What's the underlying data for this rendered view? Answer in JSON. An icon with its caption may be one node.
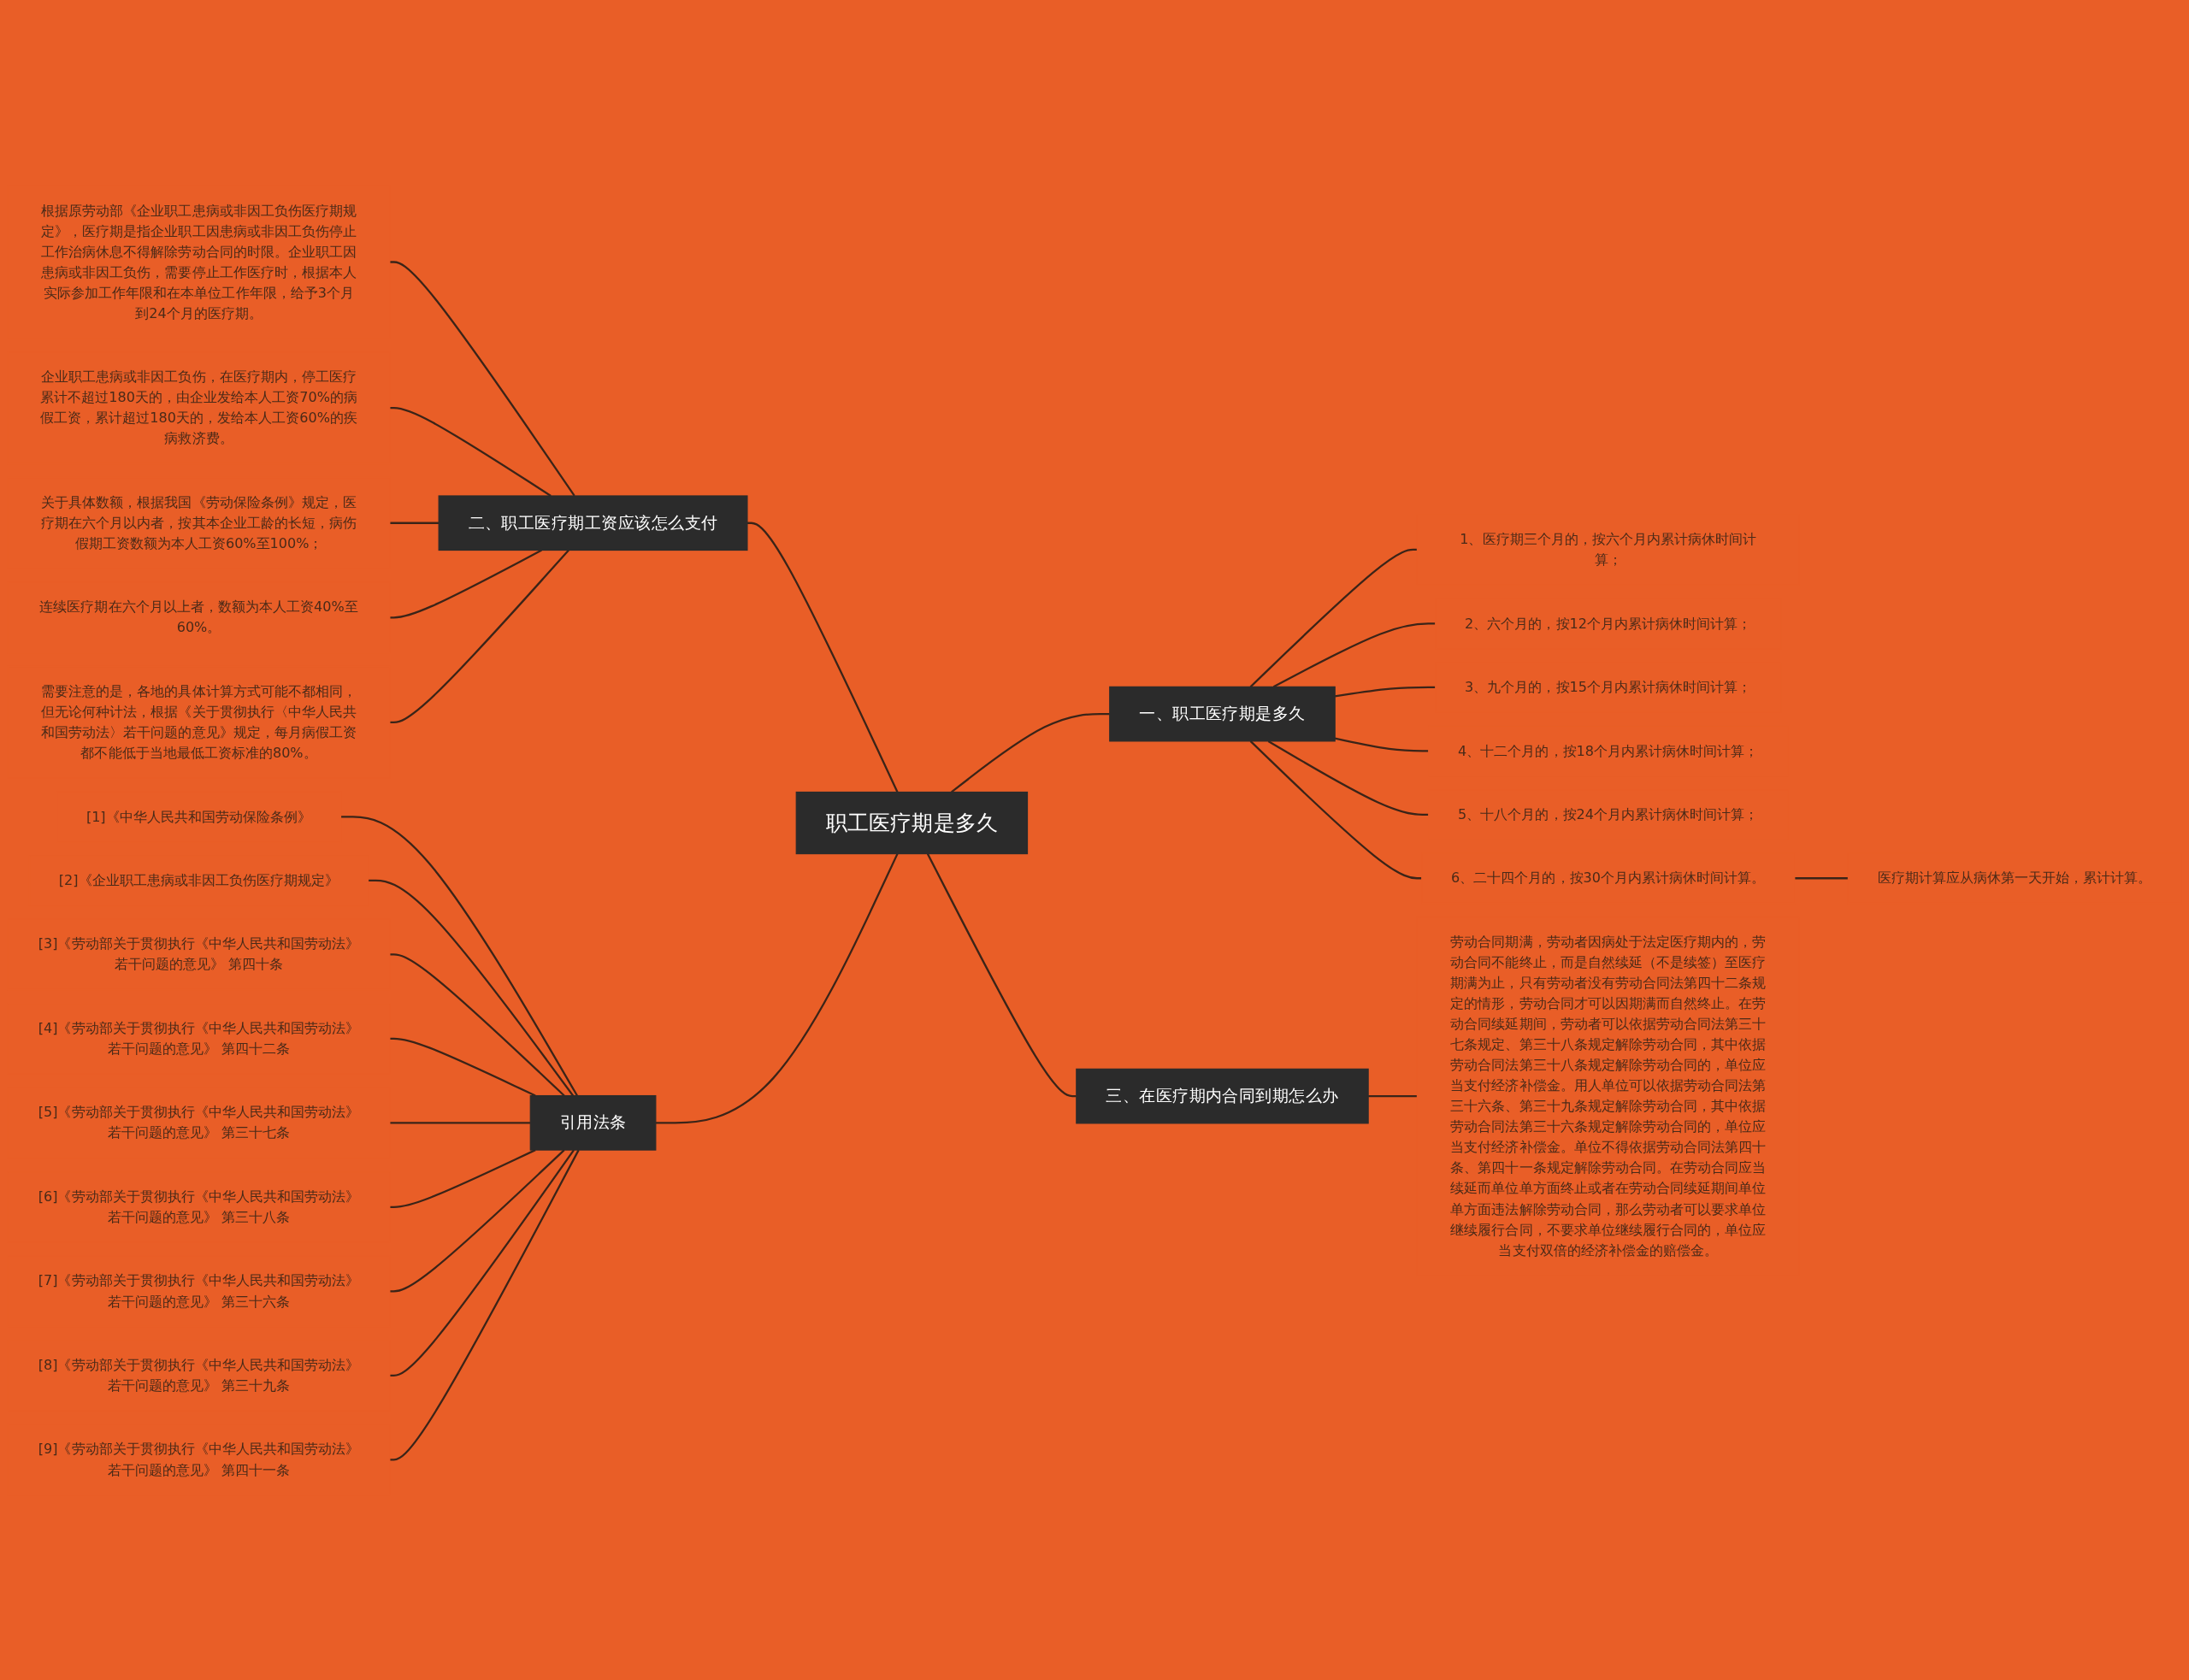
{
  "diagram": {
    "nodes": [
      {
        "text": [
          "职工医疗期是多久"
        ]
      },
      {
        "text": [
          "二、职工医疗期工资应该怎么支付"
        ]
      },
      {
        "text": [
          "根据原劳动部《企业职工患病或非因工负伤医疗期规定》，医疗期是指企业职工因患病或非因工负伤停止工作治病休息不得解除劳动合同的时限。企业职工因患病或非因工负伤，需要停止工作医疗时，根据本人实际参加工作年限和在本单位工作年限，给予3个月到24个月的医疗期。"
        ]
      },
      {
        "text": [
          "企业职工患病或非因工负伤，在医疗期内，停工医疗累计不超过180天的，由企业发给本人工资70%的病假工资，累计超过180天的，发给本人工资60%的疾病救济费。"
        ]
      },
      {
        "text": [
          "关于具体数额，根据我国《劳动保险条例》规定，医疗期在六个月以内者，按其本企业工龄的长短，病伤假期工资数额为本人工资60%至100%；"
        ]
      },
      {
        "text": [
          "连续医疗期在六个月以上者，数额为本人工资40%至60%。"
        ]
      },
      {
        "text": [
          "需要注意的是，各地的具体计算方式可能不都相同，但无论何种计法，根据《关于贯彻执行〈中华人民共和国劳动法〉若干问题的意见》规定，每月病假工资都不能低于当地最低工资标准的80%。"
        ]
      },
      {
        "text": [
          "一、职工医疗期是多久"
        ]
      },
      {
        "text": [
          "1、医疗期三个月的，按六个月内累计病休时间计算；"
        ]
      },
      {
        "text": [
          "2、六个月的，按12个月内累计病休时间计算；"
        ]
      },
      {
        "text": [
          "3、九个月的，按15个月内累计病休时间计算；"
        ]
      },
      {
        "text": [
          "4、十二个月的，按18个月内累计病休时间计算；"
        ]
      },
      {
        "text": [
          "5、十八个月的，按24个月内累计病休时间计算；"
        ]
      },
      {
        "text": [
          "6、二十四个月的，按30个月内累计病休时间计算。"
        ]
      },
      {
        "text": [
          "医疗期计算应从病休第一天开始，累计计算。"
        ]
      },
      {
        "text": [
          "三、在医疗期内合同到期怎么办"
        ]
      },
      {
        "text": [
          "劳动合同期满，劳动者因病处于法定医疗期内的，劳动合同不能终止，而是自然续延（不是续签）至医疗期满为止，只有劳动者没有劳动合同法第四十二条规定的情形，劳动合同才可以因期满而自然终止。在劳动合同续延期间，劳动者可以依据劳动合同法第三十七条规定、第三十八条规定解除劳动合同，其中依据劳动合同法第三十八条规定解除劳动合同的，单位应当支付经济补偿金。用人单位可以依据劳动合同法第三十六条、第三十九条规定解除劳动合同，其中依据劳动合同法第三十六条规定解除劳动合同的，单位应当支付经济补偿金。单位不得依据劳动合同法第四十条、第四十一条规定解除劳动合同。在劳动合同应当续延而单位单方面终止或者在劳动合同续延期间单位单方面违法解除劳动合同，那么劳动者可以要求单位继续履行合同，不要求单位继续履行合同的，单位应当支付双倍的经济补偿金的赔偿金。"
        ]
      },
      {
        "text": [
          "引用法条"
        ]
      },
      {
        "text": [
          "[1]《中华人民共和国劳动保险条例》"
        ]
      },
      {
        "text": [
          "[2]《企业职工患病或非因工负伤医疗期规定》"
        ]
      },
      {
        "text": [
          "[3]《劳动部关于贯彻执行《中华人民共和国劳动法》若干问题的意见》 第四十条"
        ]
      },
      {
        "text": [
          "[4]《劳动部关于贯彻执行《中华人民共和国劳动法》若干问题的意见》 第四十二条"
        ]
      },
      {
        "text": [
          "[5]《劳动部关于贯彻执行《中华人民共和国劳动法》若干问题的意见》 第三十七条"
        ]
      },
      {
        "text": [
          "[6]《劳动部关于贯彻执行《中华人民共和国劳动法》若干问题的意见》 第三十八条"
        ]
      },
      {
        "text": [
          "[7]《劳动部关于贯彻执行《中华人民共和国劳动法》若干问题的意见》 第三十六条"
        ]
      },
      {
        "text": [
          "[8]《劳动部关于贯彻执行《中华人民共和国劳动法》若干问题的意见》 第三十九条"
        ]
      },
      {
        "text": [
          "[9]《劳动部关于贯彻执行《中华人民共和国劳动法》若干问题的意见》 第四十一条"
        ]
      }
    ],
    "edges": [
      {
        "from": 1,
        "to": 0,
        "arrow": "none"
      },
      {
        "from": 2,
        "to": 1,
        "arrow": "none"
      },
      {
        "from": 3,
        "to": 1,
        "arrow": "none"
      },
      {
        "from": 4,
        "to": 1,
        "arrow": "none"
      },
      {
        "from": 5,
        "to": 1,
        "arrow": "none"
      },
      {
        "from": 6,
        "to": 1,
        "arrow": "none"
      },
      {
        "from": 0,
        "to": 7,
        "arrow": "none"
      },
      {
        "from": 7,
        "to": 8,
        "arrow": "none"
      },
      {
        "from": 7,
        "to": 9,
        "arrow": "none"
      },
      {
        "from": 7,
        "to": 10,
        "arrow": "none"
      },
      {
        "from": 7,
        "to": 11,
        "arrow": "none"
      },
      {
        "from": 7,
        "to": 12,
        "arrow": "none"
      },
      {
        "from": 7,
        "to": 13,
        "arrow": "none"
      },
      {
        "from": 13,
        "to": 14,
        "arrow": "none"
      },
      {
        "from": 0,
        "to": 15,
        "arrow": "none"
      },
      {
        "from": 15,
        "to": 16,
        "arrow": "none"
      },
      {
        "from": 17,
        "to": 0,
        "arrow": "none"
      },
      {
        "from": 18,
        "to": 17,
        "arrow": "none"
      },
      {
        "from": 19,
        "to": 17,
        "arrow": "none"
      },
      {
        "from": 20,
        "to": 17,
        "arrow": "none"
      },
      {
        "from": 21,
        "to": 17,
        "arrow": "none"
      },
      {
        "from": 22,
        "to": 17,
        "arrow": "none"
      },
      {
        "from": 23,
        "to": 17,
        "arrow": "none"
      },
      {
        "from": 24,
        "to": 17,
        "arrow": "none"
      },
      {
        "from": 25,
        "to": 17,
        "arrow": "none"
      },
      {
        "from": 26,
        "to": 17,
        "arrow": "none"
      }
    ]
  }
}
